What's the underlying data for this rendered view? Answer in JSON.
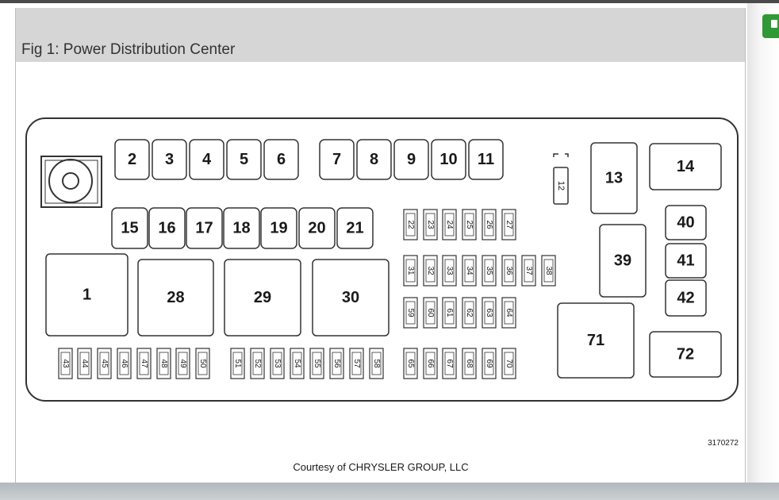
{
  "figure": {
    "title": "Fig 1: Power Distribution Center",
    "part_number": "3170272",
    "courtesy": "Courtesy of CHRYSLER GROUP, LLC"
  },
  "colors": {
    "header_bg": "#d6d6d6",
    "green_button": "#2f9a35",
    "outline": "#333333"
  },
  "fuses": {
    "top_row": [
      "2",
      "3",
      "4",
      "5",
      "6",
      "7",
      "8",
      "9",
      "10",
      "11"
    ],
    "second_row": [
      "15",
      "16",
      "17",
      "18",
      "19",
      "20",
      "21"
    ],
    "large_blocks": [
      "1",
      "28",
      "29",
      "30"
    ],
    "right_blocks": [
      "13",
      "14",
      "39",
      "40",
      "41",
      "42",
      "71",
      "72"
    ],
    "vertical_12": "12",
    "mini_top": [
      "22",
      "23",
      "24",
      "25",
      "26",
      "27"
    ],
    "mini_mid": [
      "31",
      "32",
      "33",
      "34",
      "35",
      "36",
      "37",
      "38"
    ],
    "mini_lower": [
      "59",
      "60",
      "61",
      "62",
      "63",
      "64"
    ],
    "mini_bottom_left": [
      "43",
      "44",
      "45",
      "46",
      "47",
      "48",
      "49",
      "50"
    ],
    "mini_bottom_center": [
      "51",
      "52",
      "53",
      "54",
      "55",
      "56",
      "57",
      "58"
    ],
    "mini_bottom_right": [
      "65",
      "66",
      "67",
      "68",
      "69",
      "70"
    ]
  }
}
